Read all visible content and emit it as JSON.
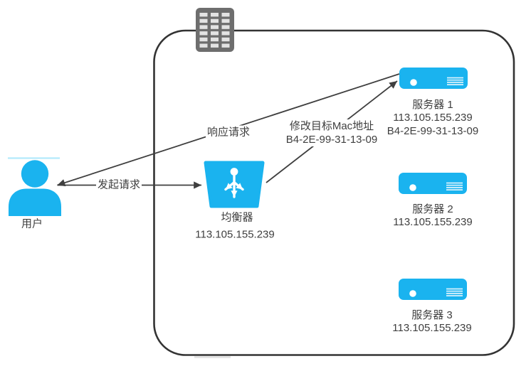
{
  "colors": {
    "accent": "#1ab3ef",
    "node_gray": "#6e6e6e",
    "line": "#3f3f3f",
    "border": "#333333",
    "light_accent": "#b3e9fc"
  },
  "user": {
    "label": "用户"
  },
  "balancer": {
    "label": "均衡器",
    "ip": "113.105.155.239"
  },
  "servers": [
    {
      "label": "服务器 1",
      "ip": "113.105.155.239",
      "mac": "B4-2E-99-31-13-09"
    },
    {
      "label": "服务器 2",
      "ip": "113.105.155.239"
    },
    {
      "label": "服务器 3",
      "ip": "113.105.155.239"
    }
  ],
  "edges": {
    "request": {
      "label": "发起请求"
    },
    "response": {
      "label": "响应请求"
    },
    "mac_rewrite": {
      "label": "修改目标Mac地址",
      "detail": "B4-2E-99-31-13-09"
    }
  }
}
